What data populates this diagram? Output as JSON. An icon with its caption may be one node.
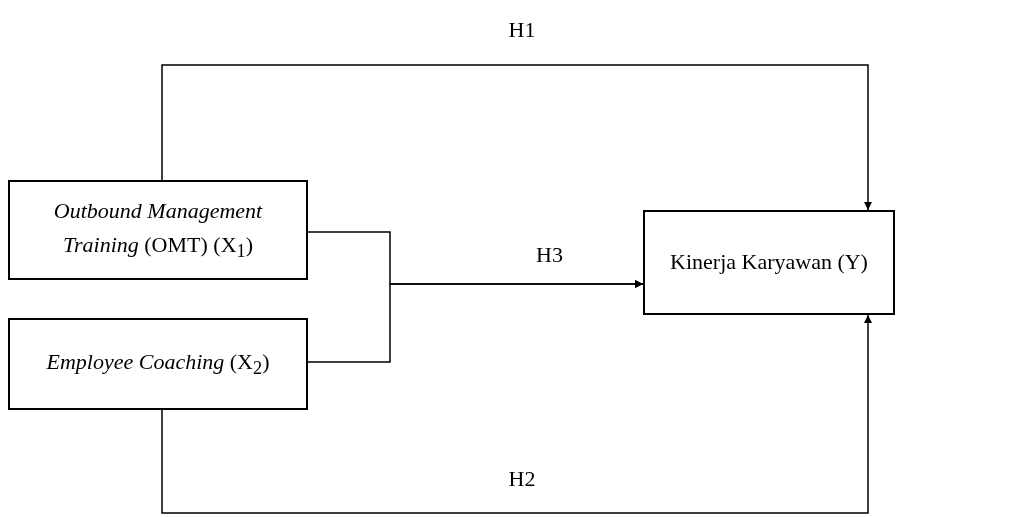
{
  "diagram": {
    "nodes": [
      {
        "text": [
          "*Outbound Management Training* (OMT) (X$_{1}$)"
        ]
      },
      {
        "text": [
          "*Employee Coaching* (X$_{2}$)"
        ]
      },
      {
        "text": [
          "Kinerja Karyawan (Y)"
        ]
      }
    ],
    "edges": [
      {
        "from": 0,
        "to": 2,
        "arrow": "to",
        "label": "H1"
      },
      {
        "from": 1,
        "to": 2,
        "arrow": "to",
        "label": "H2"
      },
      {
        "from": 0,
        "to": 2,
        "arrow": "to",
        "label": "H3"
      },
      {
        "from": 1,
        "to": 2,
        "arrow": "to"
      }
    ]
  }
}
